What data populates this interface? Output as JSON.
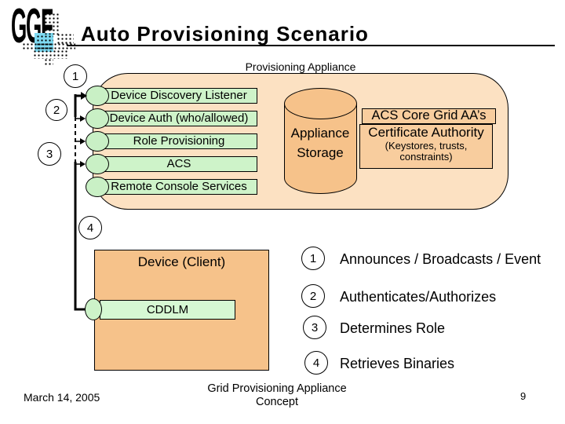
{
  "slide": {
    "title": "Auto Provisioning Scenario",
    "logo_text": "GGF",
    "footer": {
      "date": "March 14, 2005",
      "center_line1": "Grid Provisioning Appliance",
      "center_line2": "Concept",
      "page_number": "9"
    }
  },
  "appliance": {
    "label": "Provisioning Appliance",
    "services": [
      "Device Discovery Listener",
      "Device Auth (who/allowed)",
      "Role Provisioning",
      "ACS",
      "Remote Console Services"
    ],
    "storage": {
      "line1": "Appliance",
      "line2": "Storage"
    },
    "certificate_authority": {
      "line1": "ACS Core Grid AA’s",
      "line2": "Certificate Authority",
      "line3": "(Keystores, trusts,",
      "line4": "constraints)"
    }
  },
  "device": {
    "title": "Device (Client)",
    "component": "CDDLM"
  },
  "steps": [
    "1",
    "2",
    "3",
    "4"
  ],
  "legend": [
    {
      "num": "1",
      "label": "Announces / Broadcasts / Event"
    },
    {
      "num": "2",
      "label": "Authenticates/Authorizes"
    },
    {
      "num": "3",
      "label": "Determines Role"
    },
    {
      "num": "4",
      "label": "Retrieves Binaries"
    }
  ],
  "colors": {
    "container_fill": "#fce1c2",
    "panel_fill": "#f6c28a",
    "ca_fill": "#f8cd9e",
    "service_fill": "#cef3c9",
    "cddlm_fill": "#d6f8d3",
    "logo_accent": "#7edaf2",
    "line": "#000000"
  }
}
